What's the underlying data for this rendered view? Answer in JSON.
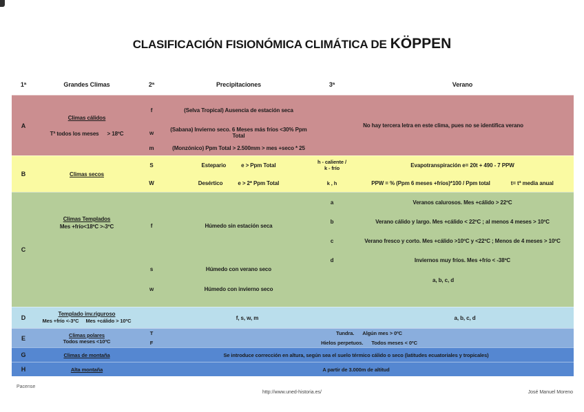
{
  "title": {
    "main": "CLASIFICACIÓN FISIONÓMICA CLIMÁTICA DE",
    "emphasis": "KÖPPEN"
  },
  "columns": {
    "c1": "1ª",
    "c2": "Grandes Climas",
    "c3": "2ª",
    "c4": "Precipitaciones",
    "c5": "3ª",
    "c6": "Verano"
  },
  "colors": {
    "row_a": "#cb8e90",
    "row_b": "#fafaa2",
    "row_c": "#b5cd99",
    "row_d": "#badeec",
    "row_e": "#8aaedd",
    "row_g": "#5587d1",
    "row_h": "#5587d1"
  },
  "rows": {
    "a": {
      "letter": "A",
      "name": "Climas cálidos",
      "note_left": "Tª todos los meses",
      "note_right": "> 18ºC",
      "subs": [
        {
          "code": "f",
          "precip": "(Selva Tropical) Ausencia de estación seca"
        },
        {
          "code": "w",
          "precip": "(Sabana) Invierno seco. 6 Meses más fríos <30% Ppm Total"
        },
        {
          "code": "m",
          "precip": "(Monzónico) Ppm Total > 2.500mm > mes +seco * 25"
        }
      ],
      "verano": "No hay tercera letra en este clima, pues no se identifica verano"
    },
    "b": {
      "letter": "B",
      "name": "Climas secos",
      "subs": [
        {
          "code": "S",
          "label": "Estepario",
          "formula": "e > Ppm Total"
        },
        {
          "code": "W",
          "label": "Desértico",
          "formula": "e > 2* Ppm Total"
        }
      ],
      "third_line1": "h - caliente /",
      "third_line2": "k - frío",
      "third2": "k , h",
      "verano1": "Evapotranspiración e= 20t + 490 - 7 PPW",
      "verano2_formula": "PPW = % (Ppm 6 meses +fríos)*100 / Ppm total",
      "verano2_note": "t= tª media anual"
    },
    "c": {
      "letter": "C",
      "name": "Climas Templados",
      "note": "Mes +frío<18ºC >-3ºC",
      "subs": [
        {
          "code": "f",
          "precip": "Húmedo sin estación seca"
        },
        {
          "code": "s",
          "precip": "Húmedo con verano seco"
        },
        {
          "code": "w",
          "precip": "Húmedo con invierno seco"
        }
      ],
      "thirds": [
        {
          "code": "a",
          "desc": "Veranos calurosos. Mes +cálido > 22ºC"
        },
        {
          "code": "b",
          "desc": "Verano cálido y largo. Mes +cálido < 22ºC ; al menos 4 meses > 10ºC"
        },
        {
          "code": "c",
          "desc": "Verano fresco y corto. Mes +cálido >10ºC y <22ºC ; Menos de 4 meses > 10ºC"
        },
        {
          "code": "d",
          "desc": "Inviernos muy fríos. Mes +frío < -38ºC"
        }
      ],
      "third_group": "a, b, c, d"
    },
    "d": {
      "letter": "D",
      "name": "Templado inv.riguroso",
      "note_left": "Mes +frío <-3ºC",
      "note_right": "Mes +cálido > 10ºC",
      "precip": "f, s, w, m",
      "verano": "a, b, c, d"
    },
    "e": {
      "letter": "E",
      "name": "Climas polares",
      "note": "Todos meses <10ºC",
      "subs": [
        {
          "code": "T",
          "label": "Tundra.",
          "detail": "Algún mes > 0ºC"
        },
        {
          "code": "F",
          "label": "Hielos perpetuos.",
          "detail": "Todos meses < 0ºC"
        }
      ]
    },
    "g": {
      "letter": "G",
      "name": "Climas de montaña",
      "desc": "Se introduce corrección en altura, según sea el suelo térmico cálido o seco (latitudes ecuatoriales y tropicales)"
    },
    "h": {
      "letter": "H",
      "name": "Alta montaña",
      "desc": "A partir de 3.000m de altitud"
    }
  },
  "footer": {
    "left": "Pacense",
    "center": "http://www.uned-historia.es/",
    "right": "José Manuel Moreno"
  }
}
